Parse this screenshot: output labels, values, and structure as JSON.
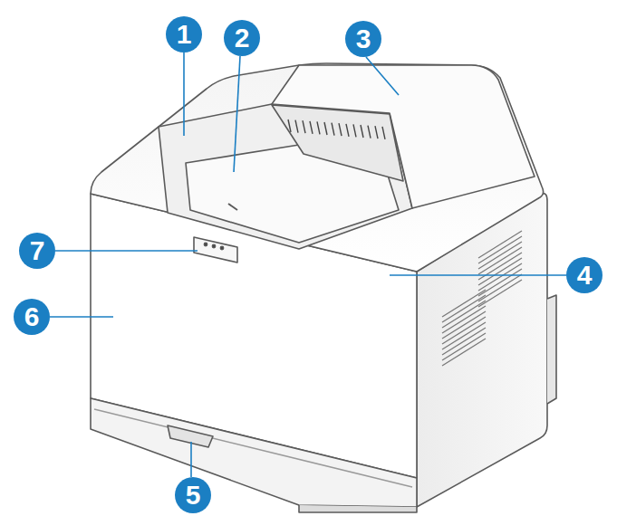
{
  "diagram": {
    "labels": [
      "1",
      "2",
      "3",
      "7",
      "4",
      "6",
      "5"
    ]
  }
}
